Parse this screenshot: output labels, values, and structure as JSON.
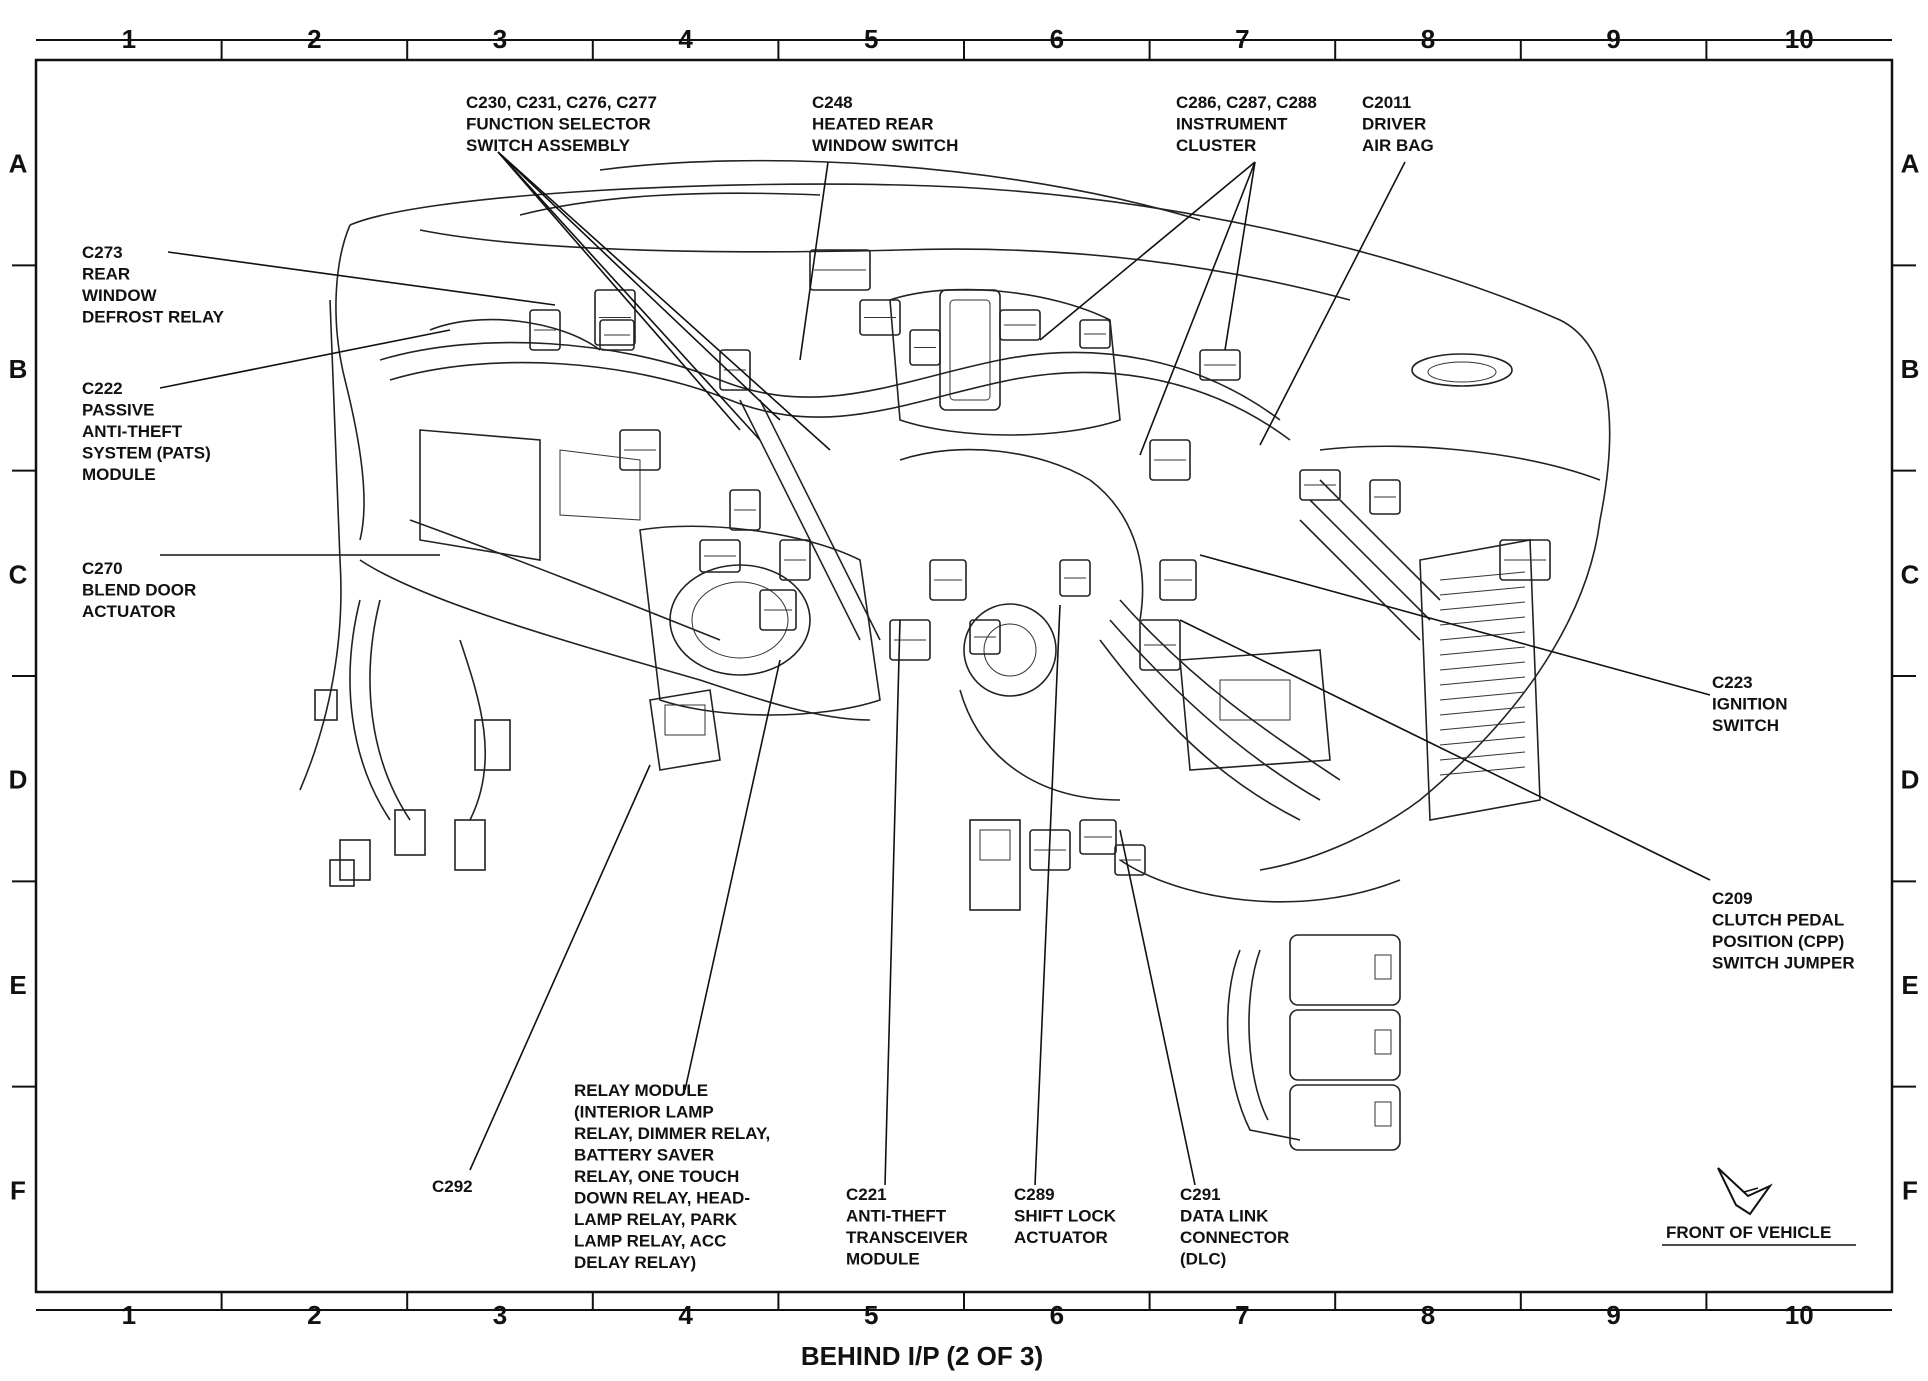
{
  "caption": "BEHIND I/P (2 OF 3)",
  "grid": {
    "columns": [
      "1",
      "2",
      "3",
      "4",
      "5",
      "6",
      "7",
      "8",
      "9",
      "10"
    ],
    "rows": [
      "A",
      "B",
      "C",
      "D",
      "E",
      "F"
    ]
  },
  "front_label": "FRONT OF VEHICLE",
  "callouts": [
    {
      "id": "c230",
      "lines": [
        "C230, C231, C276, C277",
        "FUNCTION SELECTOR",
        "SWITCH ASSEMBLY"
      ]
    },
    {
      "id": "c248",
      "lines": [
        "C248",
        "HEATED REAR",
        "WINDOW SWITCH"
      ]
    },
    {
      "id": "c286",
      "lines": [
        "C286, C287, C288",
        "INSTRUMENT",
        "CLUSTER"
      ]
    },
    {
      "id": "c2011",
      "lines": [
        "C2011",
        "DRIVER",
        "AIR BAG"
      ]
    },
    {
      "id": "c273",
      "lines": [
        "C273",
        "REAR",
        "WINDOW",
        "DEFROST RELAY"
      ]
    },
    {
      "id": "c222",
      "lines": [
        "C222",
        "PASSIVE",
        "ANTI-THEFT",
        "SYSTEM (PATS)",
        "MODULE"
      ]
    },
    {
      "id": "c270",
      "lines": [
        "C270",
        "BLEND DOOR",
        "ACTUATOR"
      ]
    },
    {
      "id": "c223",
      "lines": [
        "C223",
        "IGNITION",
        "SWITCH"
      ]
    },
    {
      "id": "c209",
      "lines": [
        "C209",
        "CLUTCH PEDAL",
        "POSITION (CPP)",
        "SWITCH JUMPER"
      ]
    },
    {
      "id": "c292",
      "lines": [
        "C292"
      ]
    },
    {
      "id": "relay",
      "lines": [
        "RELAY MODULE",
        "(INTERIOR LAMP",
        "RELAY, DIMMER RELAY,",
        "BATTERY SAVER",
        "RELAY, ONE TOUCH",
        "DOWN RELAY, HEAD-",
        "LAMP RELAY, PARK",
        "LAMP RELAY, ACC",
        "DELAY RELAY)"
      ]
    },
    {
      "id": "c221",
      "lines": [
        "C221",
        "ANTI-THEFT",
        "TRANSCEIVER",
        "MODULE"
      ]
    },
    {
      "id": "c289",
      "lines": [
        "C289",
        "SHIFT LOCK",
        "ACTUATOR"
      ]
    },
    {
      "id": "c291",
      "lines": [
        "C291",
        "DATA LINK",
        "CONNECTOR",
        "(DLC)"
      ]
    }
  ]
}
